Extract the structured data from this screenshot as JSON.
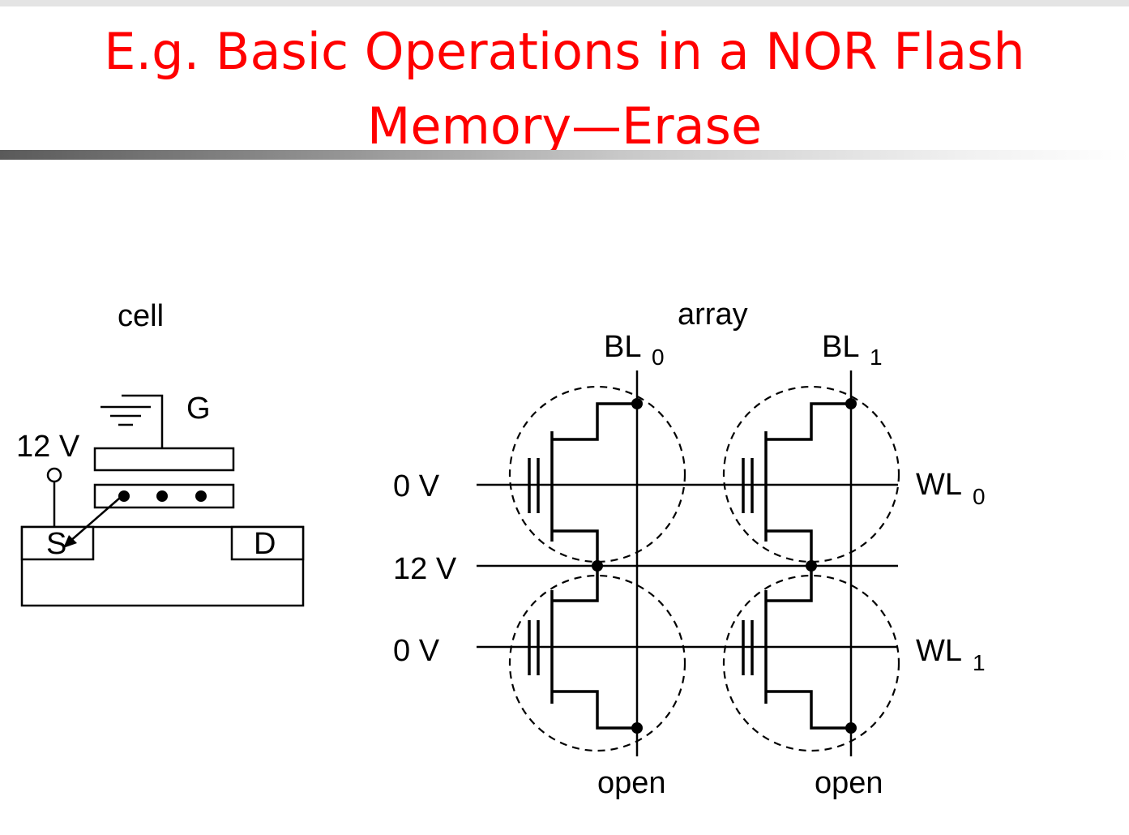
{
  "slide": {
    "title_line1": "E.g. Basic Operations in a NOR Flash",
    "title_line2": "Memory—Erase"
  },
  "cell": {
    "heading": "cell",
    "gate_label": "G",
    "source_label": "S",
    "drain_label": "D",
    "source_voltage": "12 V"
  },
  "array": {
    "heading": "array",
    "bitlines": [
      {
        "name": "BL",
        "index": "0",
        "state": "open"
      },
      {
        "name": "BL",
        "index": "1",
        "state": "open"
      }
    ],
    "wordlines": [
      {
        "name": "WL",
        "index": "0",
        "voltage": "0 V"
      },
      {
        "name": "WL",
        "index": "1",
        "voltage": "0 V"
      }
    ],
    "source_line_voltage": "12 V"
  }
}
